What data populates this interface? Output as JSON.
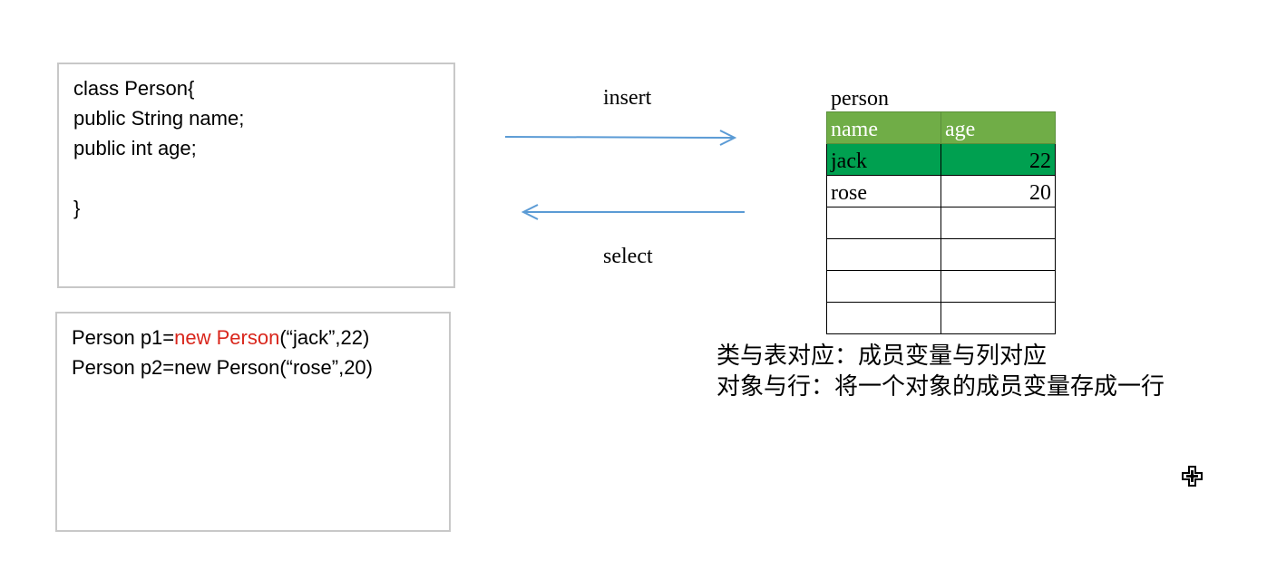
{
  "class_box": {
    "lines": [
      "class Person{",
      "public String name;",
      "public int age;",
      "",
      "}"
    ]
  },
  "object_box": {
    "line1": {
      "pre": "Person p1=",
      "red": "new Person",
      "post": "(“jack”,22)"
    },
    "line2": {
      "text": "Person p2=new Person(“rose”,20)"
    }
  },
  "arrows": {
    "insert_label": "insert",
    "select_label": "select"
  },
  "table": {
    "name": "person",
    "columns": [
      "name",
      "age"
    ],
    "rows": [
      {
        "name": "jack",
        "age": "22",
        "highlighted": true
      },
      {
        "name": "rose",
        "age": "20",
        "highlighted": false
      },
      {
        "name": "",
        "age": "",
        "highlighted": false
      },
      {
        "name": "",
        "age": "",
        "highlighted": false
      },
      {
        "name": "",
        "age": "",
        "highlighted": false
      },
      {
        "name": "",
        "age": "",
        "highlighted": false
      }
    ]
  },
  "captions": {
    "line1": "类与表对应：成员变量与列对应",
    "line2": "对象与行：将一个对象的成员变量存成一行"
  },
  "colors": {
    "arrow": "#5b9bd5",
    "header_bg": "#70ad47",
    "highlight_row": "#00a050",
    "keyword_red": "#d9261c"
  }
}
